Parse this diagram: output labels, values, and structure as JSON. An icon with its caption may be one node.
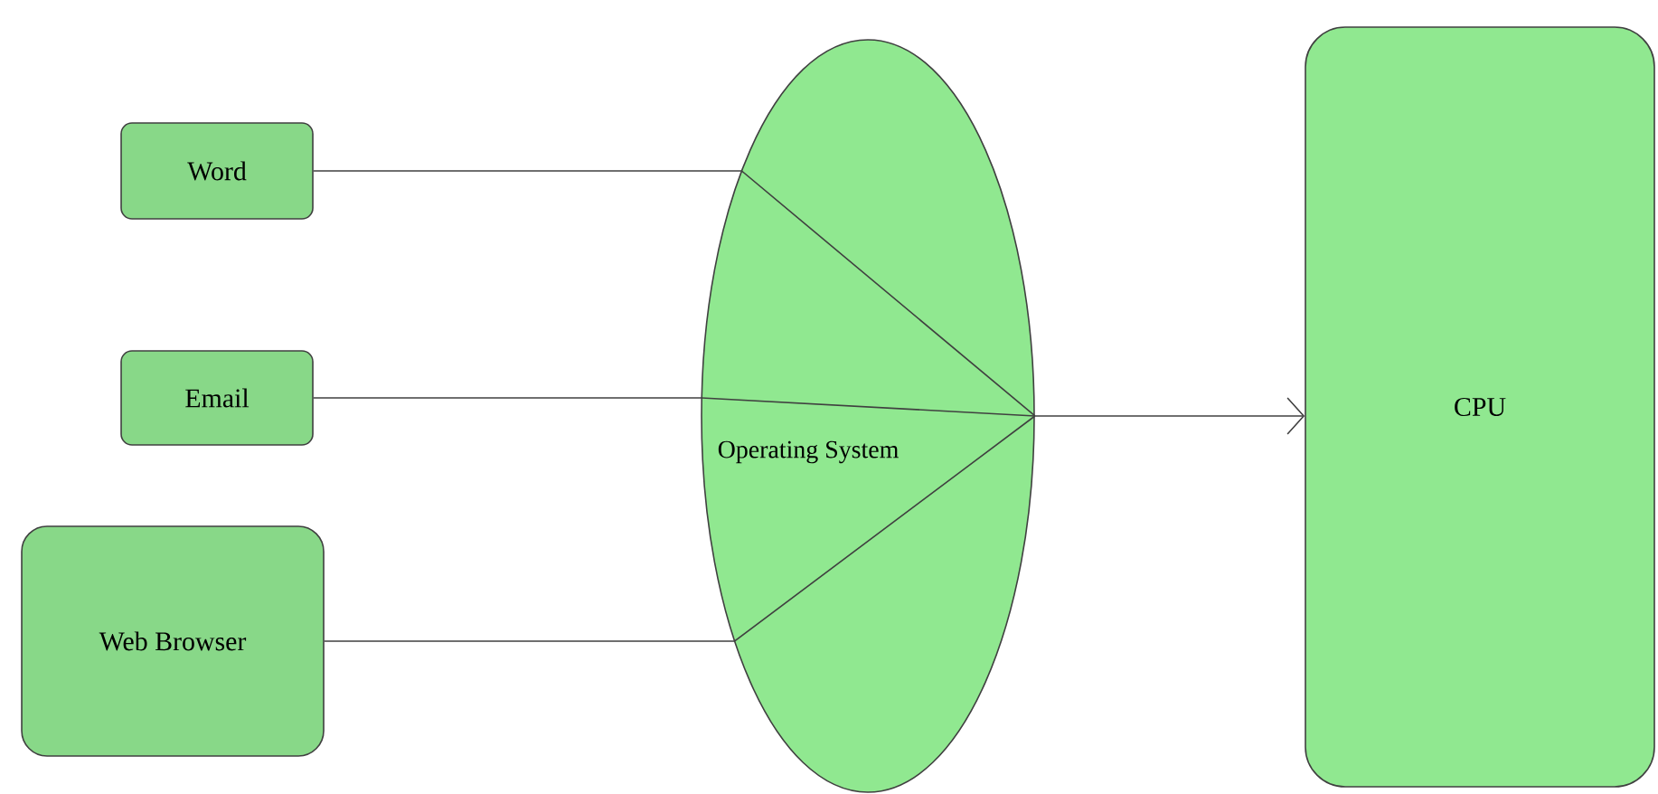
{
  "diagram": {
    "nodes": [
      {
        "text": [
          "Word"
        ]
      },
      {
        "text": [
          "Email"
        ]
      },
      {
        "text": [
          "Web Browser"
        ]
      },
      {
        "text": [
          "Operating System"
        ]
      },
      {
        "text": [
          "CPU"
        ]
      }
    ],
    "edges": [
      {
        "from": 0,
        "to": 3,
        "arrow": "none"
      },
      {
        "from": 1,
        "to": 3,
        "arrow": "none"
      },
      {
        "from": 2,
        "to": 3,
        "arrow": "none"
      },
      {
        "from": 3,
        "to": 4,
        "arrow": "to"
      }
    ]
  }
}
